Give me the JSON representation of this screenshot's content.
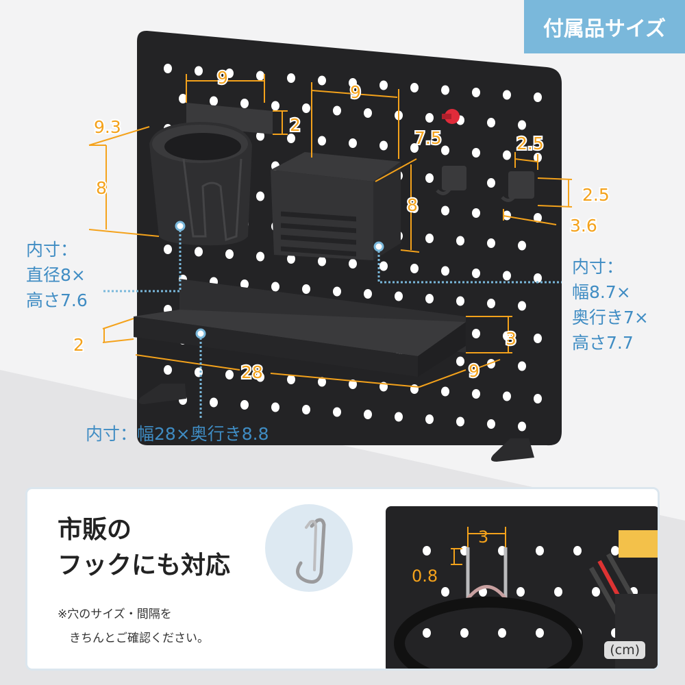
{
  "badge": "付属品サイズ",
  "dimensions": {
    "cup_width": "9",
    "cup_top_height": "2",
    "cup_depth": "9.3",
    "cup_height": "8",
    "box_width": "9",
    "box_depth": "7.5",
    "box_height": "8",
    "hook_width": "2.5",
    "hook_height": "2.5",
    "hook_depth": "3.6",
    "tray_depth_left": "2",
    "tray_width": "28",
    "tray_height": "3",
    "tray_depth": "9"
  },
  "notes": {
    "cup_inner": "内寸：\n直径8×\n高さ7.6",
    "box_inner": "内寸：\n幅8.7×\n奥行き7×\n高さ7.7",
    "tray_inner": "内寸：幅28×奥行き8.8"
  },
  "card": {
    "title": "市販の\nフックにも対応",
    "note": "※穴のサイズ・間隔を\n　きちんとご確認ください。",
    "spacing": "3",
    "hole": "0.8",
    "unit": "(cm)"
  },
  "colors": {
    "accent_orange": "#f4a21b",
    "label_blue": "#3f8cc3",
    "badge_blue": "#7ab8db",
    "board": "#232325"
  }
}
